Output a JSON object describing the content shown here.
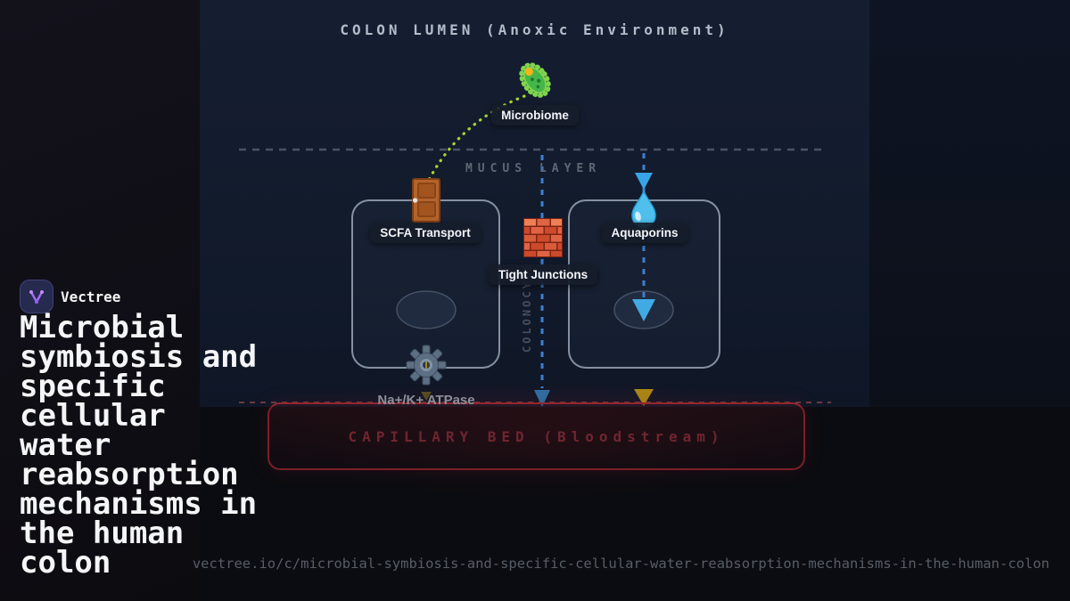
{
  "brand": {
    "name": "Vectree"
  },
  "title": "Microbial\nsymbiosis and\nspecific\ncellular\nwater\nreabsorption\nmechanisms in\nthe human\ncolon",
  "url": "vectree.io/c/microbial-symbiosis-and-specific-cellular-water-reabsorption-mechanisms-in-the-human-colon",
  "diagram": {
    "lumen_heading": "COLON LUMEN (Anoxic Environment)",
    "mucus_label": "MUCUS LAYER",
    "microbiome_label": "Microbiome",
    "scfa_label": "SCFA Transport",
    "tight_junctions_label": "Tight Junctions",
    "aquaporins_label": "Aquaporins",
    "atpase_label": "Na+/K+ ATPase",
    "colonocyte_label": "COLONOCYTE",
    "capillary_label": "CAPILLARY BED (Bloodstream)",
    "icons": {
      "brand": "vectree-logo-icon",
      "microbiome": "microbe-icon",
      "scfa_transport": "door-icon",
      "tight_junctions": "brick-wall-icon",
      "aquaporins": "water-drop-icon",
      "atpase": "gear-icon",
      "flows": "down-arrow-icon"
    },
    "colors": {
      "panel_navy": "#121b2c",
      "left_panel": "#100f15",
      "water_blue": "#3d7fd0",
      "arrow_blue_bright": "#41aae4",
      "scfa_green": "#a8d62c",
      "ion_gold": "#b8951f",
      "capillary_red": "#7c1f27",
      "label_gray": "#5e6874",
      "text_white": "#f4f5f7"
    }
  }
}
